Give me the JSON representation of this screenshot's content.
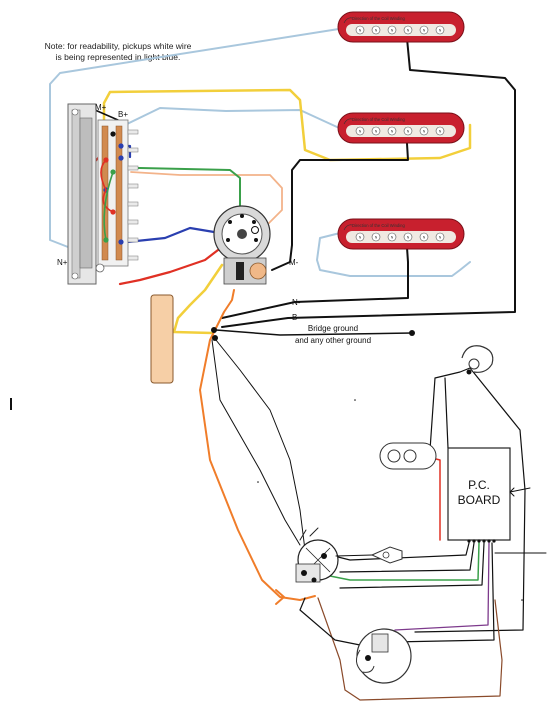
{
  "note": {
    "line1": "Note: for readability, pickups white wire",
    "line2": "is being represented in light blue."
  },
  "pickups": [
    {
      "coil_label": "Direction of the Coil Winding",
      "poles": [
        "N",
        "N",
        "N",
        "N",
        "N",
        "N"
      ]
    },
    {
      "coil_label": "Direction of the Coil Winding",
      "poles": [
        "N",
        "N",
        "N",
        "N",
        "N",
        "N"
      ]
    },
    {
      "coil_label": "Direction of the Coil Winding",
      "poles": [
        "N",
        "N",
        "N",
        "N",
        "N",
        "N"
      ]
    }
  ],
  "switch_labels": {
    "m_plus": "M+",
    "b_plus": "B+",
    "n_plus": "N+"
  },
  "wire_labels": {
    "m_minus": "M-",
    "n_minus": "N-",
    "b_minus": "B-"
  },
  "ground": {
    "line1": "Bridge ground",
    "line2": "and any other ground"
  },
  "pc_board": {
    "line1": "P.C.",
    "line2": "BOARD"
  },
  "colors": {
    "pickup_body": "#c8202e",
    "light_blue_wire": "#a9c7dd",
    "yellow_wire": "#f2cf3b",
    "orange_wire": "#f07d2a",
    "red_wire": "#e03024",
    "blue_wire": "#2a3fb0",
    "green_wire": "#3aa04a",
    "purple_wire": "#7d3a8c",
    "brown_wire": "#8a4a2a",
    "black_wire": "#111111",
    "peach_component": "#f6cfa6"
  }
}
